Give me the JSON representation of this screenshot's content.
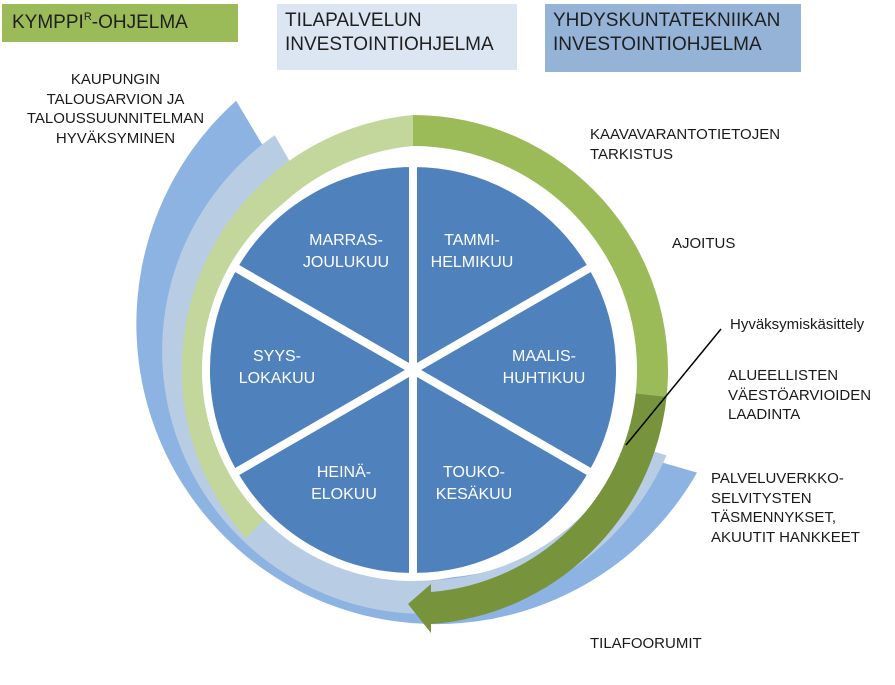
{
  "headers": {
    "kymppi": {
      "main": "KYMPPI",
      "sup": "R",
      "rest": "-OHJELMA"
    },
    "tilapalvelu": [
      "TILAPALVELUN",
      "INVESTOINTIOHJELMA"
    ],
    "yhdyskunta": [
      "YHDYSKUNTATEKNIIKAN",
      "INVESTOINTIOHJELMA"
    ]
  },
  "segments": [
    {
      "lines": [
        "TAMMI-",
        "HELMIKUU"
      ]
    },
    {
      "lines": [
        "MAALIS-",
        "HUHTIKUU"
      ]
    },
    {
      "lines": [
        "TOUKO-",
        "KESÄKUU"
      ]
    },
    {
      "lines": [
        "HEINÄ-",
        "ELOKUU"
      ]
    },
    {
      "lines": [
        "SYYS-",
        "LOKAKUU"
      ]
    },
    {
      "lines": [
        "MARRAS-",
        "JOULUKUU"
      ]
    }
  ],
  "annotations": {
    "talousarvio": [
      "KAUPUNGIN",
      "TALOUSARVION JA",
      "TALOUSSUUNNITELMAN",
      "HYVÄKSYMINEN"
    ],
    "kaavavaranto": [
      "KAAVAVARANTOTIETOJEN",
      "TARKISTUS"
    ],
    "ajoitus": [
      "AJOITUS"
    ],
    "hyvaksymis": [
      "Hyväksymiskäsittely"
    ],
    "vaestoarvio": [
      "ALUEELLISTEN",
      "VÄESTÖARVIOIDEN",
      "LAADINTA"
    ],
    "palveluverkko": [
      "PALVELUVERKKO-",
      "SELVITYSTEN",
      "TÄSMENNYKSET,",
      "AKUUTIT HANKKEET"
    ],
    "tilafoorumit": [
      "TILAFOORUMIT"
    ]
  },
  "colors": {
    "segment": "#4f81bd",
    "outer_band_dark": "#8db3e2",
    "outer_band_light": "#b8cce4",
    "green_light": "#c3d69b",
    "green_mid": "#9bbb59",
    "green_dark": "#77933c"
  }
}
